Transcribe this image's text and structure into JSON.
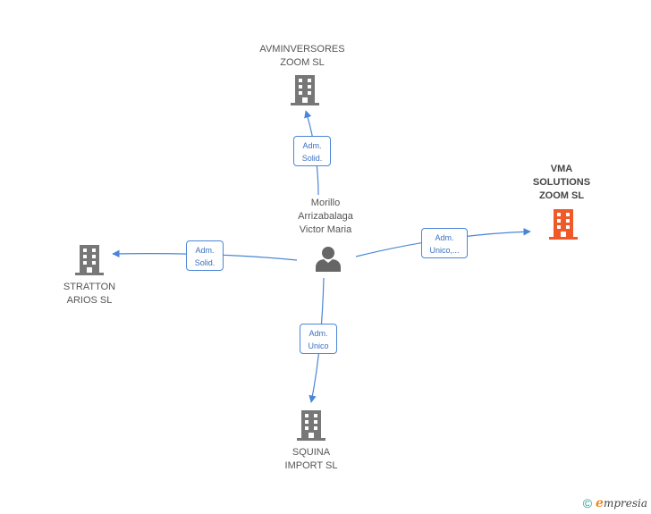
{
  "nodes": {
    "center": {
      "name_lines": [
        "Morillo",
        "Arrizabalaga",
        "Victor Maria"
      ],
      "icon": "person-icon"
    },
    "avminversores": {
      "name_lines": [
        "AVMINVERSORES",
        "ZOOM  SL"
      ],
      "icon": "building-icon"
    },
    "vma": {
      "name_lines": [
        "VMA",
        "SOLUTIONS",
        "ZOOM  SL"
      ],
      "icon": "building-icon",
      "color": "#f05a28"
    },
    "stratton": {
      "name_lines": [
        "STRATTON",
        "ARIOS  SL"
      ],
      "icon": "building-icon"
    },
    "squina": {
      "name_lines": [
        "SQUINA",
        "IMPORT  SL"
      ],
      "icon": "building-icon"
    }
  },
  "edges": {
    "to_avminversores": [
      "Adm.",
      "Solid."
    ],
    "to_vma": [
      "Adm.",
      "Unico,..."
    ],
    "to_stratton": [
      "Adm.",
      "Solid."
    ],
    "to_squina": [
      "Adm.",
      "Unico"
    ]
  },
  "colors": {
    "edge": "#4a86d8",
    "building": "#777777",
    "building_highlight": "#f05a28",
    "person": "#666666"
  },
  "footer": {
    "copyright_symbol": "©",
    "brand_initial": "e",
    "brand_rest": "mpresia"
  }
}
